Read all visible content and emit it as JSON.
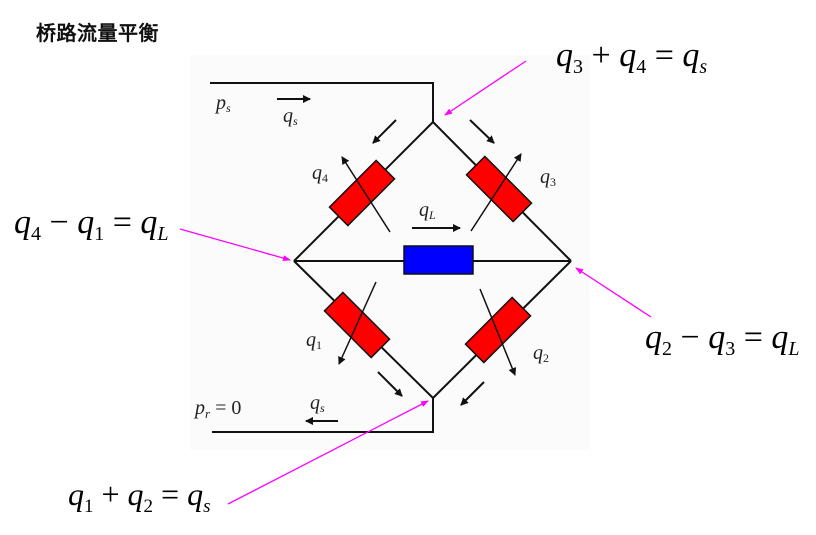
{
  "title": "桥路流量平衡",
  "colors": {
    "line": "#111111",
    "valve_fill": "#ff0000",
    "load_fill": "#0000ff",
    "annotation": "#ff00ff",
    "background": "#ffffff",
    "diagram_background": "#fbfbfb"
  },
  "labels": {
    "ps": {
      "base": "p",
      "sub": "s"
    },
    "pr": {
      "base": "p",
      "sub": "r",
      "rest": " = 0"
    },
    "qs_top": {
      "base": "q",
      "sub": "s"
    },
    "qs_bottom": {
      "base": "q",
      "sub": "s"
    },
    "q1": {
      "base": "q",
      "sub": "1"
    },
    "q2": {
      "base": "q",
      "sub": "2"
    },
    "q3": {
      "base": "q",
      "sub": "3"
    },
    "q4": {
      "base": "q",
      "sub": "4"
    },
    "qL": {
      "base": "q",
      "sub": "L"
    }
  },
  "equations": {
    "top_node": {
      "a": "q",
      "a_sub": "3",
      "op1": " + ",
      "b": "q",
      "b_sub": "4",
      "op2": " = ",
      "c": "q",
      "c_sub": "s"
    },
    "left_node": {
      "a": "q",
      "a_sub": "4",
      "op1": " − ",
      "b": "q",
      "b_sub": "1",
      "op2": " = ",
      "c": "q",
      "c_sub": "L"
    },
    "right_node": {
      "a": "q",
      "a_sub": "2",
      "op1": " − ",
      "b": "q",
      "b_sub": "3",
      "op2": " = ",
      "c": "q",
      "c_sub": "L"
    },
    "bottom_node": {
      "a": "q",
      "a_sub": "1",
      "op1": " + ",
      "b": "q",
      "b_sub": "2",
      "op2": " = ",
      "c": "q",
      "c_sub": "s"
    }
  },
  "components": {
    "valves": [
      "valve-1",
      "valve-2",
      "valve-3",
      "valve-4"
    ],
    "load": "load-resistor"
  }
}
